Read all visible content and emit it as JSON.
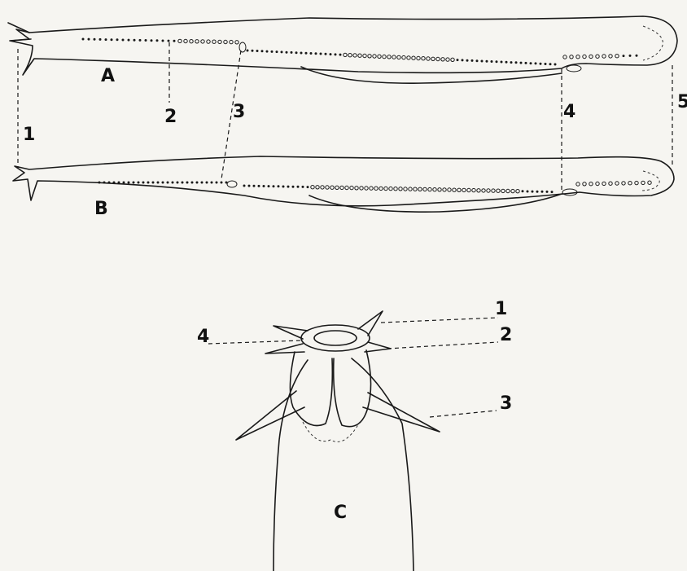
{
  "figure": {
    "panel_labels": {
      "a": "A",
      "b": "B",
      "c": "C"
    },
    "callouts_ab": [
      "1",
      "2",
      "3",
      "4",
      "5"
    ],
    "callouts_c": [
      "1",
      "2",
      "3",
      "4"
    ],
    "ink_color": "#1a1a1a",
    "background_color": "#f6f5f1"
  }
}
